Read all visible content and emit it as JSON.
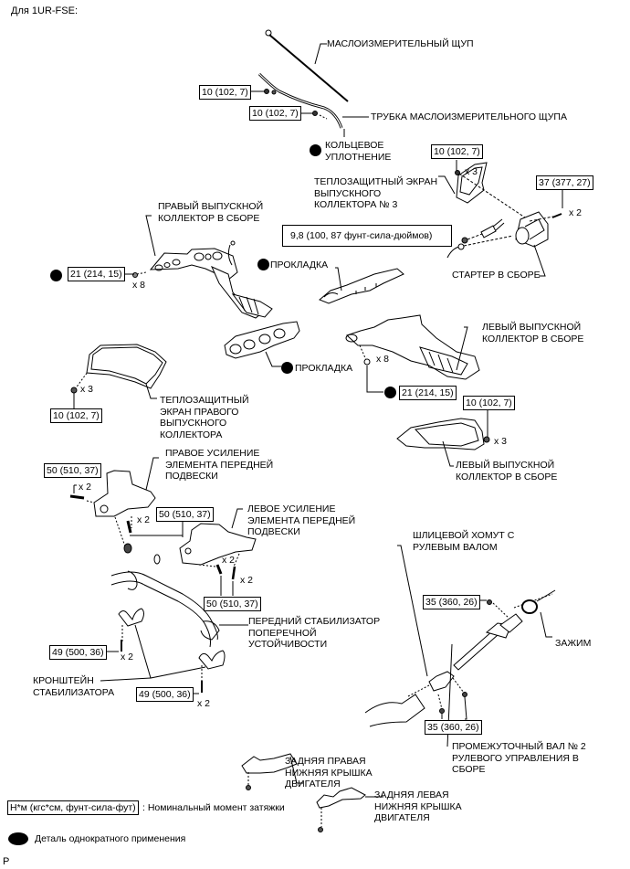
{
  "header": {
    "title": "Для 1UR-FSE:"
  },
  "parts": {
    "dipstick": "МАСЛОИЗМЕРИТЕЛЬНЫЙ ЩУП",
    "dipstick_tube": "ТРУБКА МАСЛОИЗМЕРИТЕЛЬНОГО ЩУПА",
    "o_ring": "КОЛЬЦЕВОЕ\nУПЛОТНЕНИЕ",
    "heat_shield_3": "ТЕПЛОЗАЩИТНЫЙ ЭКРАН\nВЫПУСКНОГО\nКОЛЛЕКТОРА № 3",
    "right_manifold": "ПРАВЫЙ ВЫПУСКНОЙ\nКОЛЛЕКТОР В СБОРЕ",
    "gasket_upper": "ПРОКЛАДКА",
    "starter": "СТАРТЕР В СБОРЕ",
    "gasket_lower": "ПРОКЛАДКА",
    "left_manifold": "ЛЕВЫЙ ВЫПУСКНОЙ\nКОЛЛЕКТОР В СБОРЕ",
    "right_heat_shield": "ТЕПЛОЗАЩИТНЫЙ\nЭКРАН ПРАВОГО\nВЫПУСКНОГО\nКОЛЛЕКТОРА",
    "left_manifold_2": "ЛЕВЫЙ ВЫПУСКНОЙ\nКОЛЛЕКТОР В СБОРЕ",
    "right_brace": "ПРАВОЕ УСИЛЕНИЕ\nЭЛЕМЕНТА ПЕРЕДНЕЙ\nПОДВЕСКИ",
    "left_brace": "ЛЕВОЕ УСИЛЕНИЕ\nЭЛЕМЕНТА ПЕРЕДНЕЙ\nПОДВЕСКИ",
    "spline_yoke": "ШЛИЦЕВОЙ ХОМУТ С\nРУЛЕВЫМ ВАЛОМ",
    "stabilizer_bar": "ПЕРЕДНИЙ СТАБИЛИЗАТОР\nПОПЕРЕЧНОЙ\nУСТОЙЧИВОСТИ",
    "clamp": "ЗАЖИМ",
    "stabilizer_bracket": "КРОНШТЕЙН\nСТАБИЛИЗАТОРА",
    "intermediate_shaft": "ПРОМЕЖУТОЧНЫЙ ВАЛ № 2\nРУЛЕВОГО УПРАВЛЕНИЯ В\nСБОРЕ",
    "rear_right_cover": "ЗАДНЯЯ ПРАВАЯ\nНИЖНЯЯ КРЫШКА\nДВИГАТЕЛЯ",
    "rear_left_cover": "ЗАДНЯЯ ЛЕВАЯ\nНИЖНЯЯ КРЫШКА\nДВИГАТЕЛЯ"
  },
  "torques": {
    "tube_bolt_1": "10 (102, 7)",
    "tube_bolt_2": "10 (102, 7)",
    "heat_shield_3_bolt": "10 (102, 7)",
    "starter_bolt": "37 (377, 27)",
    "starter_terminal_nut": "9,8 (100, 87 фунт-сила-дюймов)",
    "right_manifold_nut": "21 (214, 15)",
    "left_manifold_nut": "21 (214, 15)",
    "right_heat_shield_bolt": "10 (102, 7)",
    "left_heat_shield_bolt": "10 (102, 7)",
    "right_brace_bolt_a": "50 (510, 37)",
    "right_brace_bolt_b": "50 (510, 37)",
    "left_brace_bolt": "50 (510, 37)",
    "stab_bracket_bolt_a": "49 (500, 36)",
    "stab_bracket_bolt_b": "49 (500, 36)",
    "shaft_bolt_upper": "35 (360, 26)",
    "shaft_bolt_lower": "35 (360, 26)"
  },
  "quantities": {
    "heat_shield_3": "x 3",
    "starter": "x 2",
    "right_manifold": "x 8",
    "left_manifold": "x 8",
    "right_heat_shield": "x 3",
    "left_heat_shield": "x 3",
    "right_brace_a": "x 2",
    "right_brace_b": "x 2",
    "left_brace_a": "x 2",
    "left_brace_b": "x 2",
    "stab_a": "x 2",
    "stab_b": "x 2"
  },
  "legend": {
    "torque_unit": "Н*м (кгс*см, фунт-сила-фут)",
    "torque_desc": ": Номинальный момент затяжки",
    "non_reusable": "Деталь однократного применения"
  },
  "footer": {
    "code": "P"
  }
}
